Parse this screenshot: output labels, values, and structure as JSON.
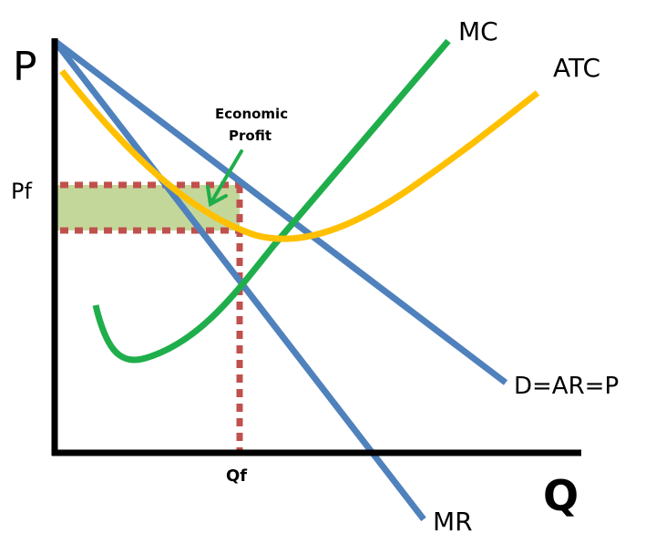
{
  "chart_data": {
    "type": "diagram",
    "title": "",
    "xlabel": "Q",
    "ylabel": "P",
    "tick_labels": {
      "x": [
        "Qf"
      ],
      "y": [
        "Pf"
      ]
    },
    "curves": [
      {
        "name": "MC",
        "color": "#1fae4b"
      },
      {
        "name": "ATC",
        "color": "#ffc000"
      },
      {
        "name": "D=AR=P",
        "color": "#4f81bd"
      },
      {
        "name": "MR",
        "color": "#4f81bd"
      }
    ],
    "annotation": {
      "line1": "Economic",
      "line2": "Profit"
    },
    "colors": {
      "profit_area": "#c4d79b",
      "guide_lines": "#c0504d",
      "axes": "#000000"
    }
  }
}
